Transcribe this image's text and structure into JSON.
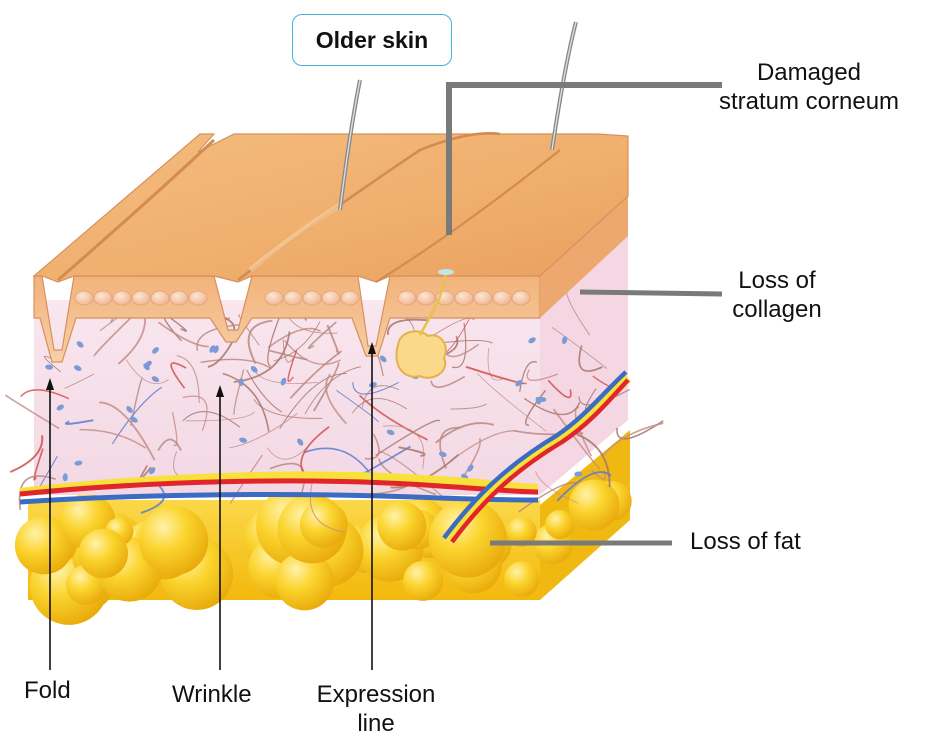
{
  "title": "Older skin",
  "labels": {
    "damaged_stratum_corneum": [
      "Damaged",
      "stratum corneum"
    ],
    "loss_of_collagen": [
      "Loss of",
      "collagen"
    ],
    "loss_of_fat": "Loss of fat",
    "fold": "Fold",
    "wrinkle": "Wrinkle",
    "expression_line": [
      "Expression",
      "line"
    ]
  },
  "colors": {
    "epidermis_top": "#f2b574",
    "epidermis_mid": "#f4c595",
    "dermis": "#f8e4ec",
    "fat": "#f7c51c",
    "fat_highlight": "#fde27a",
    "artery": "#e0262b",
    "vein": "#3c6cc2",
    "title_border": "#3fb6d6",
    "pointer_gray": "#7a7a7a"
  }
}
